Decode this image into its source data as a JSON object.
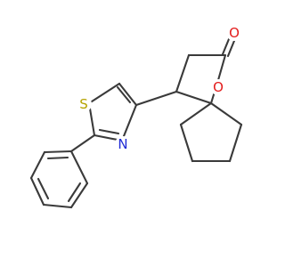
{
  "molecule": {
    "atoms": {
      "sulfur": "S",
      "nitrogen": "N",
      "ring_oxygen": "O",
      "carbonyl_oxygen": "O"
    }
  },
  "colors": {
    "bond": "#3a3a3a",
    "sulfur": "#b5a300",
    "nitrogen": "#1f2bd6",
    "oxygen": "#e31b1b",
    "background": "#ffffff"
  }
}
